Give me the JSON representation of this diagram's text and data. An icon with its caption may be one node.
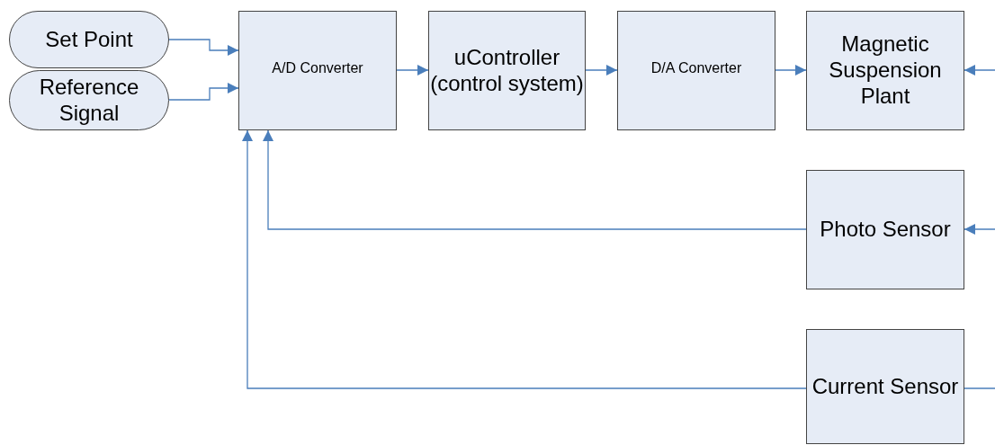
{
  "diagram": {
    "nodes": [
      {
        "text": [
          "Set Point"
        ]
      },
      {
        "text": [
          "Reference Signal"
        ]
      },
      {
        "text": [
          "A/D Converter"
        ]
      },
      {
        "text": [
          "uController (control system)"
        ]
      },
      {
        "text": [
          "D/A Converter"
        ]
      },
      {
        "text": [
          "Magnetic Suspension Plant"
        ]
      },
      {
        "text": [
          "Photo Sensor"
        ]
      },
      {
        "text": [
          "Current Sensor"
        ]
      }
    ],
    "edges": [
      {
        "from": 0,
        "to": 2,
        "arrow": "to"
      },
      {
        "from": 1,
        "to": 2,
        "arrow": "to"
      },
      {
        "from": 2,
        "to": 3,
        "arrow": "to"
      },
      {
        "from": 3,
        "to": 4,
        "arrow": "to"
      },
      {
        "from": 4,
        "to": 5,
        "arrow": "to"
      },
      {
        "from": null,
        "to": 5,
        "arrow": "to"
      },
      {
        "from": null,
        "to": 6,
        "arrow": "to"
      },
      {
        "from": 6,
        "to": 2,
        "arrow": "to"
      },
      {
        "from": 7,
        "to": 2,
        "arrow": "to"
      },
      {
        "from": 7,
        "to": null,
        "arrow": "none"
      }
    ]
  }
}
